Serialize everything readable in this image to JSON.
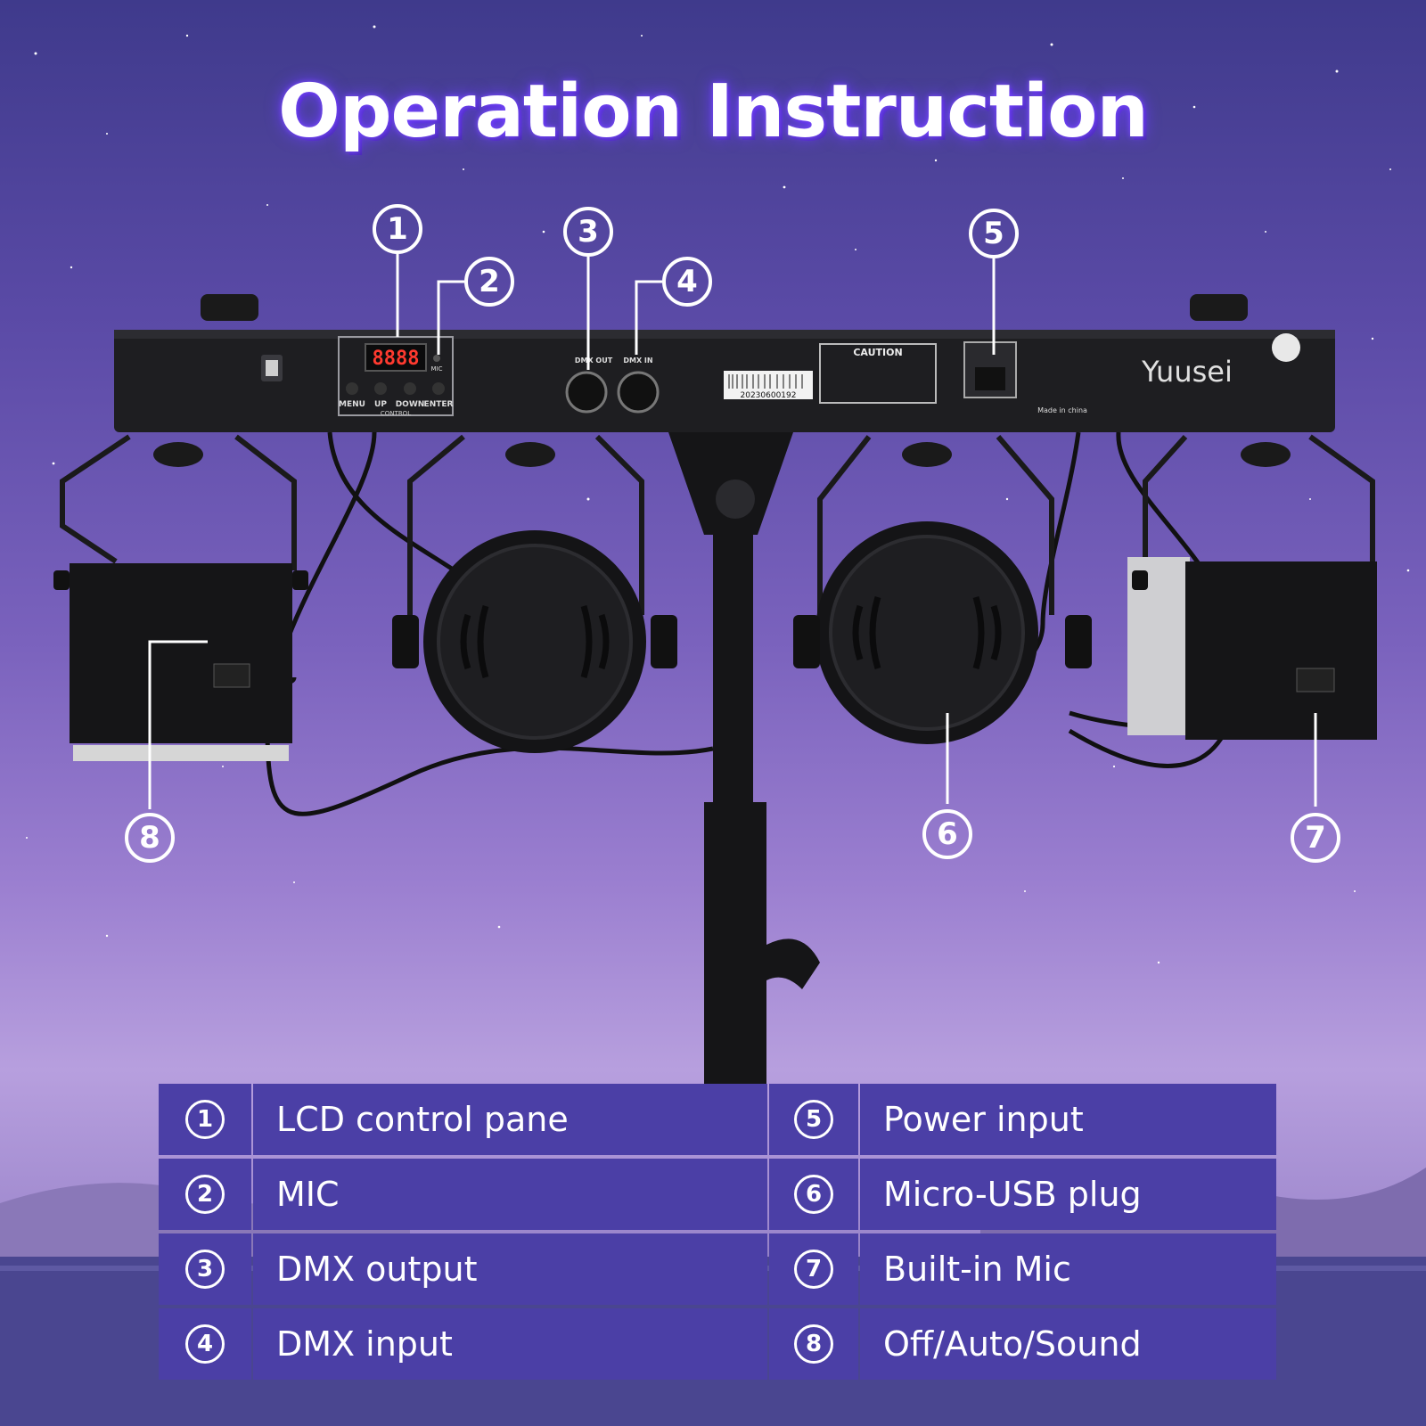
{
  "title": "Operation Instruction",
  "brand": "Yuusei",
  "device_labels": {
    "menu": "MENU",
    "up": "UP",
    "down": "DOWN",
    "enter": "ENTER",
    "control": "CONTROL",
    "mic": "MIC",
    "dmx_out": "DMX OUT",
    "dmx_in": "DMX IN",
    "caution": "CAUTION",
    "barcode": "20230600192",
    "made_in": "Made in china",
    "display": "8888"
  },
  "callouts": [
    "1",
    "2",
    "3",
    "4",
    "5",
    "6",
    "7",
    "8"
  ],
  "legend": [
    {
      "num": "1",
      "label": "LCD control pane"
    },
    {
      "num": "5",
      "label": "Power input"
    },
    {
      "num": "2",
      "label": "MIC"
    },
    {
      "num": "6",
      "label": "Micro-USB plug"
    },
    {
      "num": "3",
      "label": "DMX output"
    },
    {
      "num": "7",
      "label": "Built-in Mic"
    },
    {
      "num": "4",
      "label": "DMX input"
    },
    {
      "num": "8",
      "label": "Off/Auto/Sound"
    }
  ],
  "colors": {
    "panel": "#4b3fa6",
    "device": "#1c1c1e",
    "sky_top": "#3f3a8c"
  }
}
